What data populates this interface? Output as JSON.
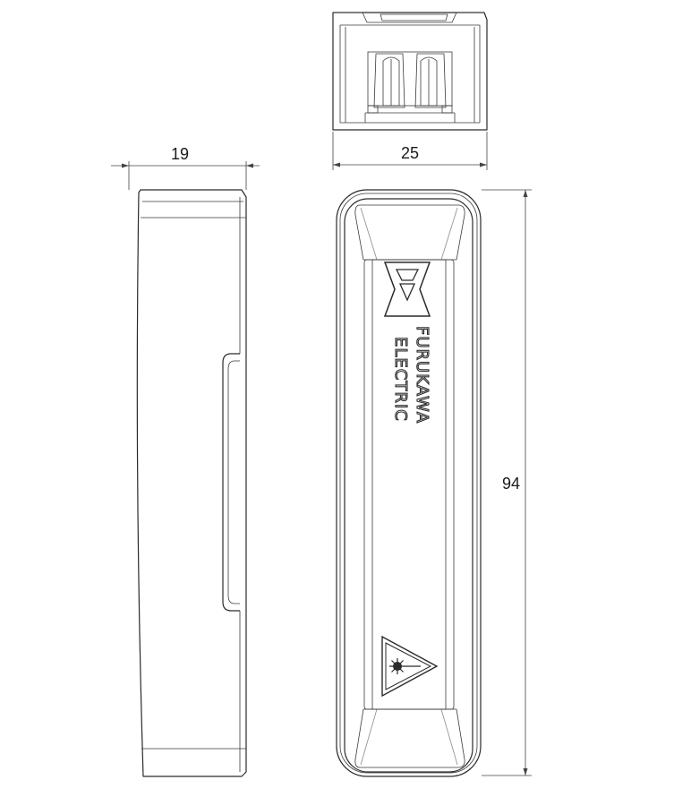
{
  "dimensions": {
    "width_side": "19",
    "width_front": "25",
    "height": "94"
  },
  "brand": {
    "line1": "FURUKAWA",
    "line2": "ELECTRIC"
  },
  "icons": [
    "furukawa-logo-icon",
    "laser-warning-icon"
  ]
}
